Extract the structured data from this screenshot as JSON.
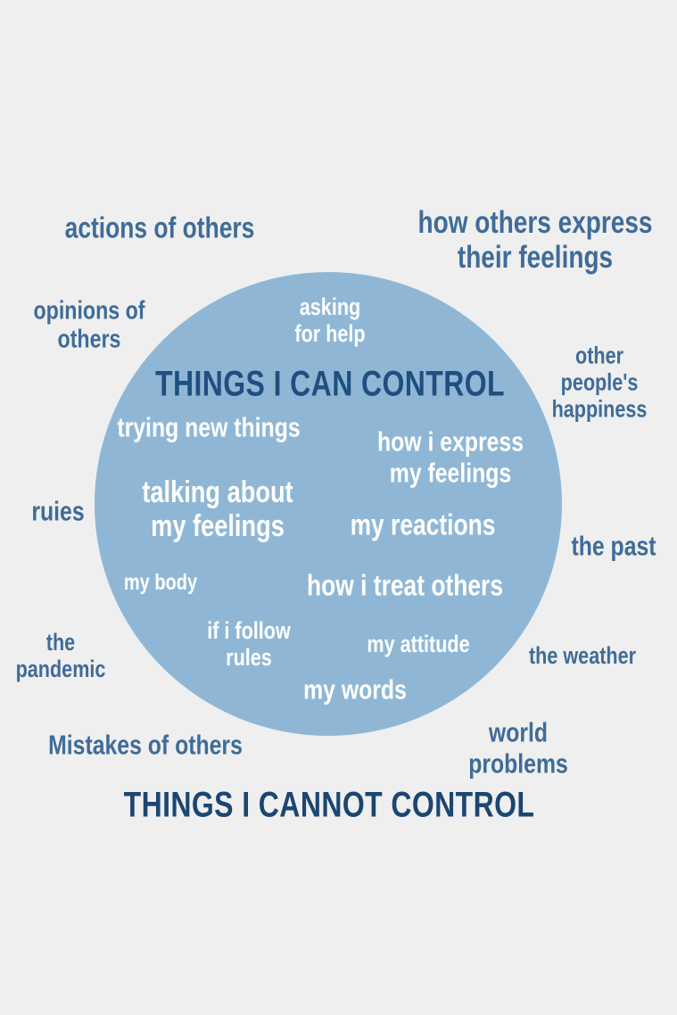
{
  "inner_title": "THINGS I CAN CONTROL",
  "outer_title": "THINGS I CANNOT CONTROL",
  "colors": {
    "background": "#efefef",
    "circle": "#8fb7d5",
    "outer_text": "#3f6c98",
    "title": "#1f4f80",
    "inner_text": "#ffffff"
  },
  "inside": {
    "asking": "asking\nfor help",
    "trying": "trying new things",
    "express": "how i express\nmy feelings",
    "talking": "talking about\nmy feelings",
    "reactions": "my reactions",
    "body": "my body",
    "treat": "how i treat others",
    "follow": "if i follow\nrules",
    "attitude": "my attitude",
    "words": "my words"
  },
  "outside": {
    "actions": "actions of others",
    "others_express": "how others express\ntheir feelings",
    "opinions": "opinions of\nothers",
    "happiness": "other\npeople's\nhappiness",
    "rules": "ruies",
    "past": "the past",
    "pandemic": "the\npandemic",
    "weather": "the weather",
    "mistakes": "Mistakes of others",
    "world": "world\nproblems"
  }
}
